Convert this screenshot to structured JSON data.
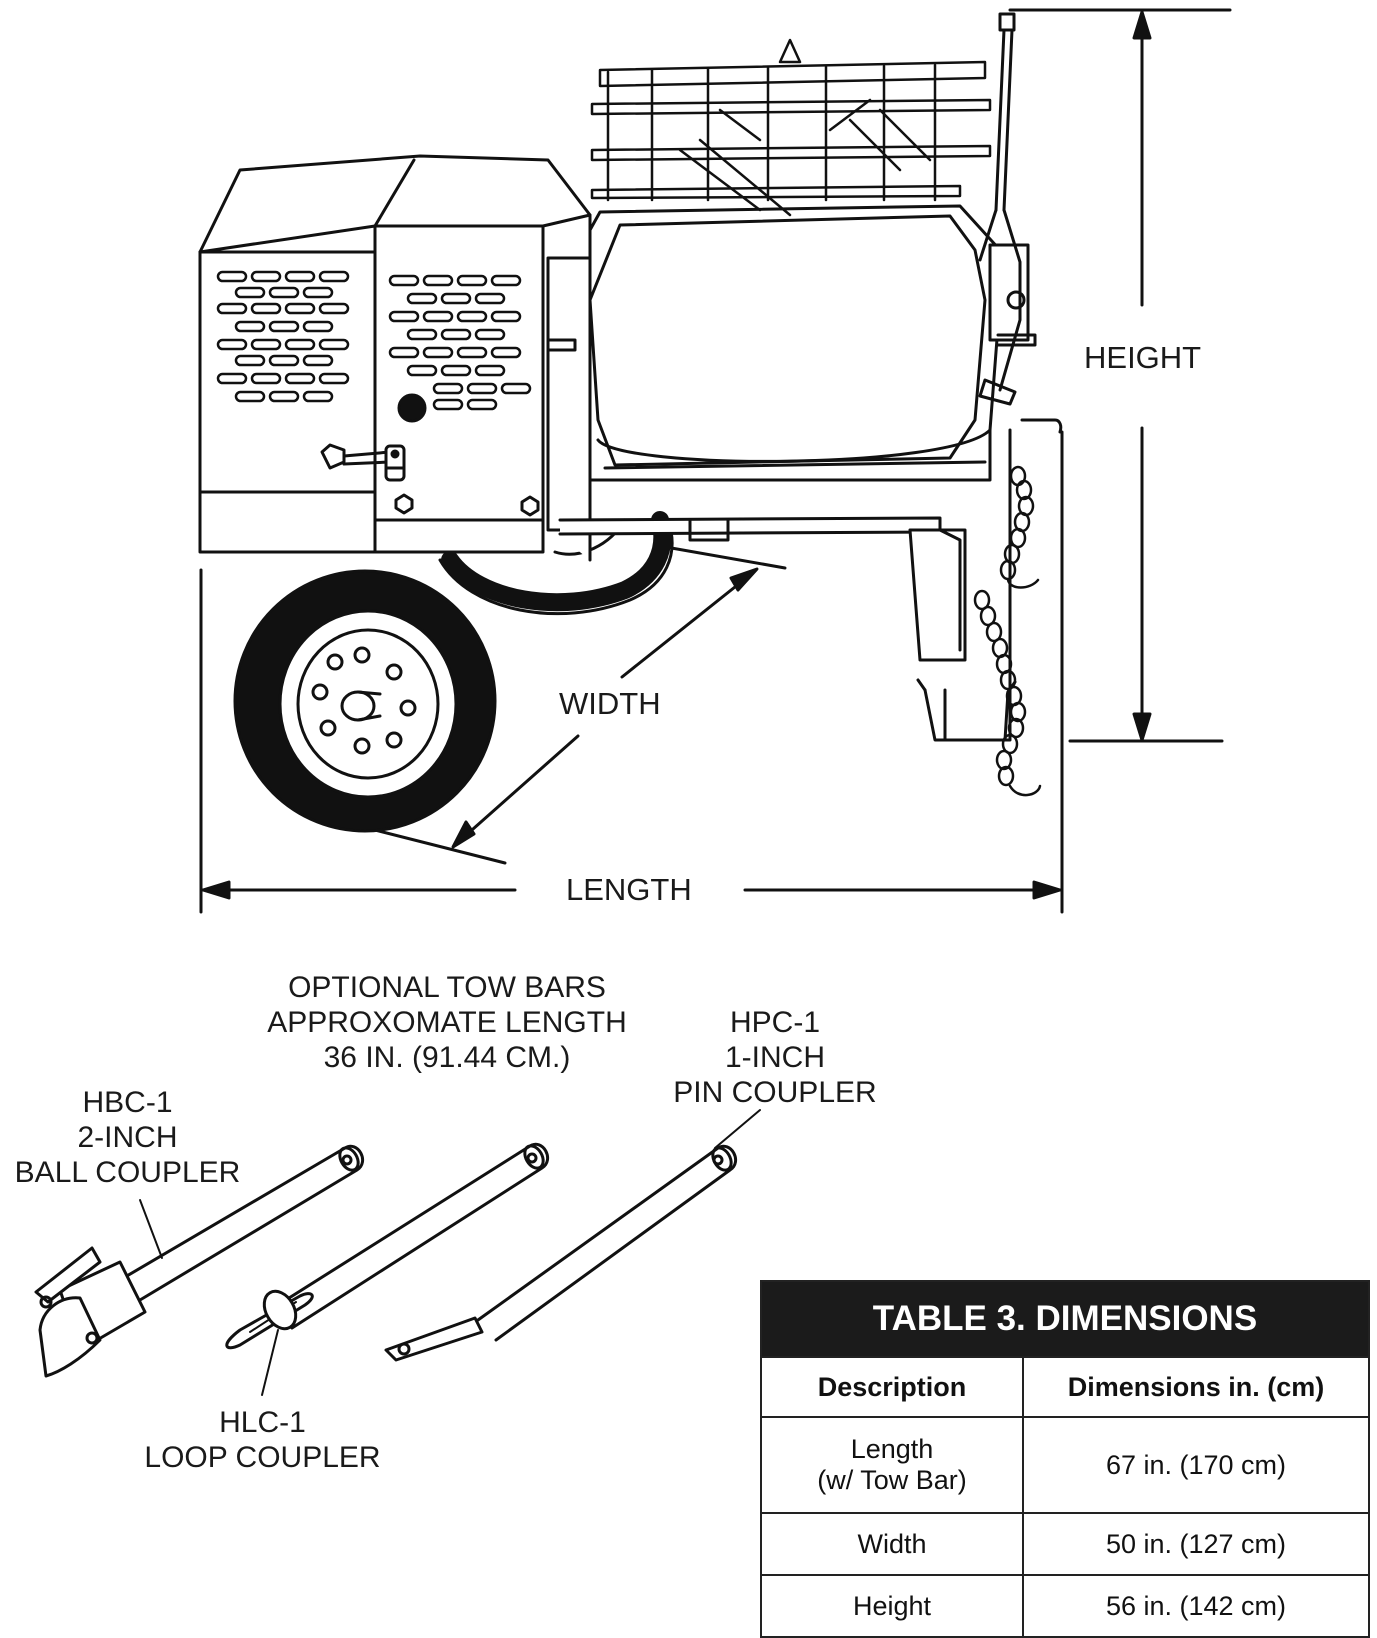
{
  "dimension_labels": {
    "height": "HEIGHT",
    "width": "WIDTH",
    "length": "LENGTH"
  },
  "tow_bars": {
    "title_line1": "OPTIONAL TOW BARS",
    "title_line2": "APPROXOMATE LENGTH",
    "title_line3": "36 IN. (91.44 CM.)",
    "hbc": {
      "line1": "HBC-1",
      "line2": "2-INCH",
      "line3": "BALL COUPLER"
    },
    "hpc": {
      "line1": "HPC-1",
      "line2": "1-INCH",
      "line3": "PIN COUPLER"
    },
    "hlc": {
      "line1": "HLC-1",
      "line2": "LOOP COUPLER"
    }
  },
  "table": {
    "title": "TABLE 3. DIMENSIONS",
    "headers": [
      "Description",
      "Dimensions in. (cm)"
    ],
    "rows": [
      {
        "description_line1": "Length",
        "description_line2": "(w/ Tow Bar)",
        "value": "67 in. (170 cm)"
      },
      {
        "description_line1": "Width",
        "description_line2": "",
        "value": "50 in. (127 cm)"
      },
      {
        "description_line1": "Height",
        "description_line2": "",
        "value": "56 in. (142 cm)"
      }
    ]
  }
}
